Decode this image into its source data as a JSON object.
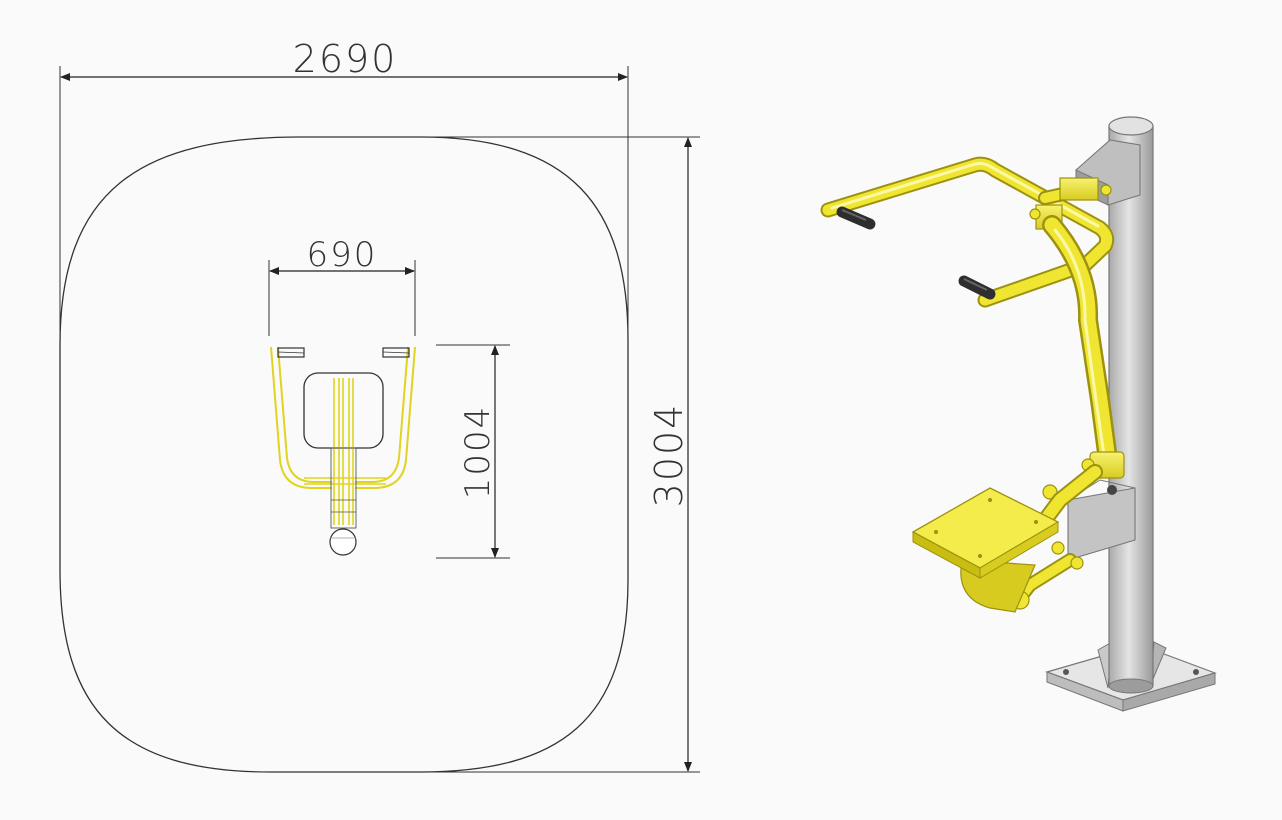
{
  "drawing": {
    "dimensions": {
      "overall_width": "2690",
      "overall_depth": "3004",
      "machine_width": "690",
      "machine_depth": "1004"
    }
  },
  "colors": {
    "line": "#222222",
    "machine_yellow": "#f0e632",
    "machine_yellow_dark": "#b8ad10",
    "post_grey": "#c8c8c8",
    "post_grey_dark": "#8a8a8a",
    "grip": "#3a3a3a",
    "background": "#fafafa"
  }
}
